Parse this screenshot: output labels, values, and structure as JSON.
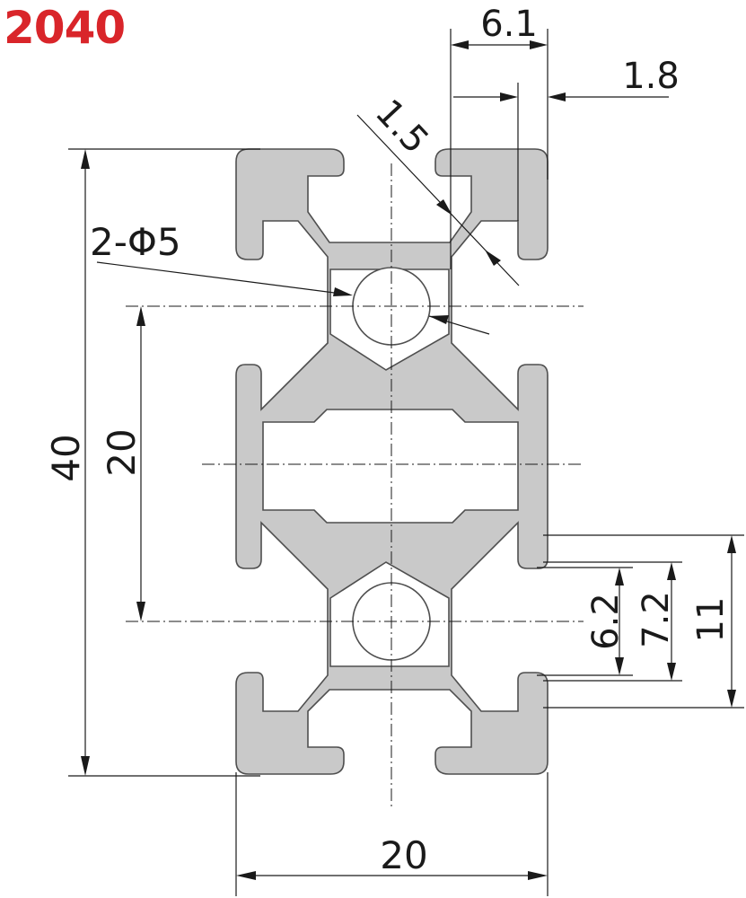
{
  "title": "2040",
  "dimensions": {
    "slot_width": "6.1",
    "wall_thickness": "1.8",
    "chamfer": "1.5",
    "hole_spec": "2-Φ5",
    "overall_height": "40",
    "hole_spacing": "20",
    "overall_width": "20",
    "slot_opening": "6.2",
    "slot_inner": "7.2",
    "slot_depth": "11"
  },
  "colors": {
    "title": "#d9252a",
    "profile_fill": "#c9c9c9",
    "outline": "#4f4f4f"
  }
}
